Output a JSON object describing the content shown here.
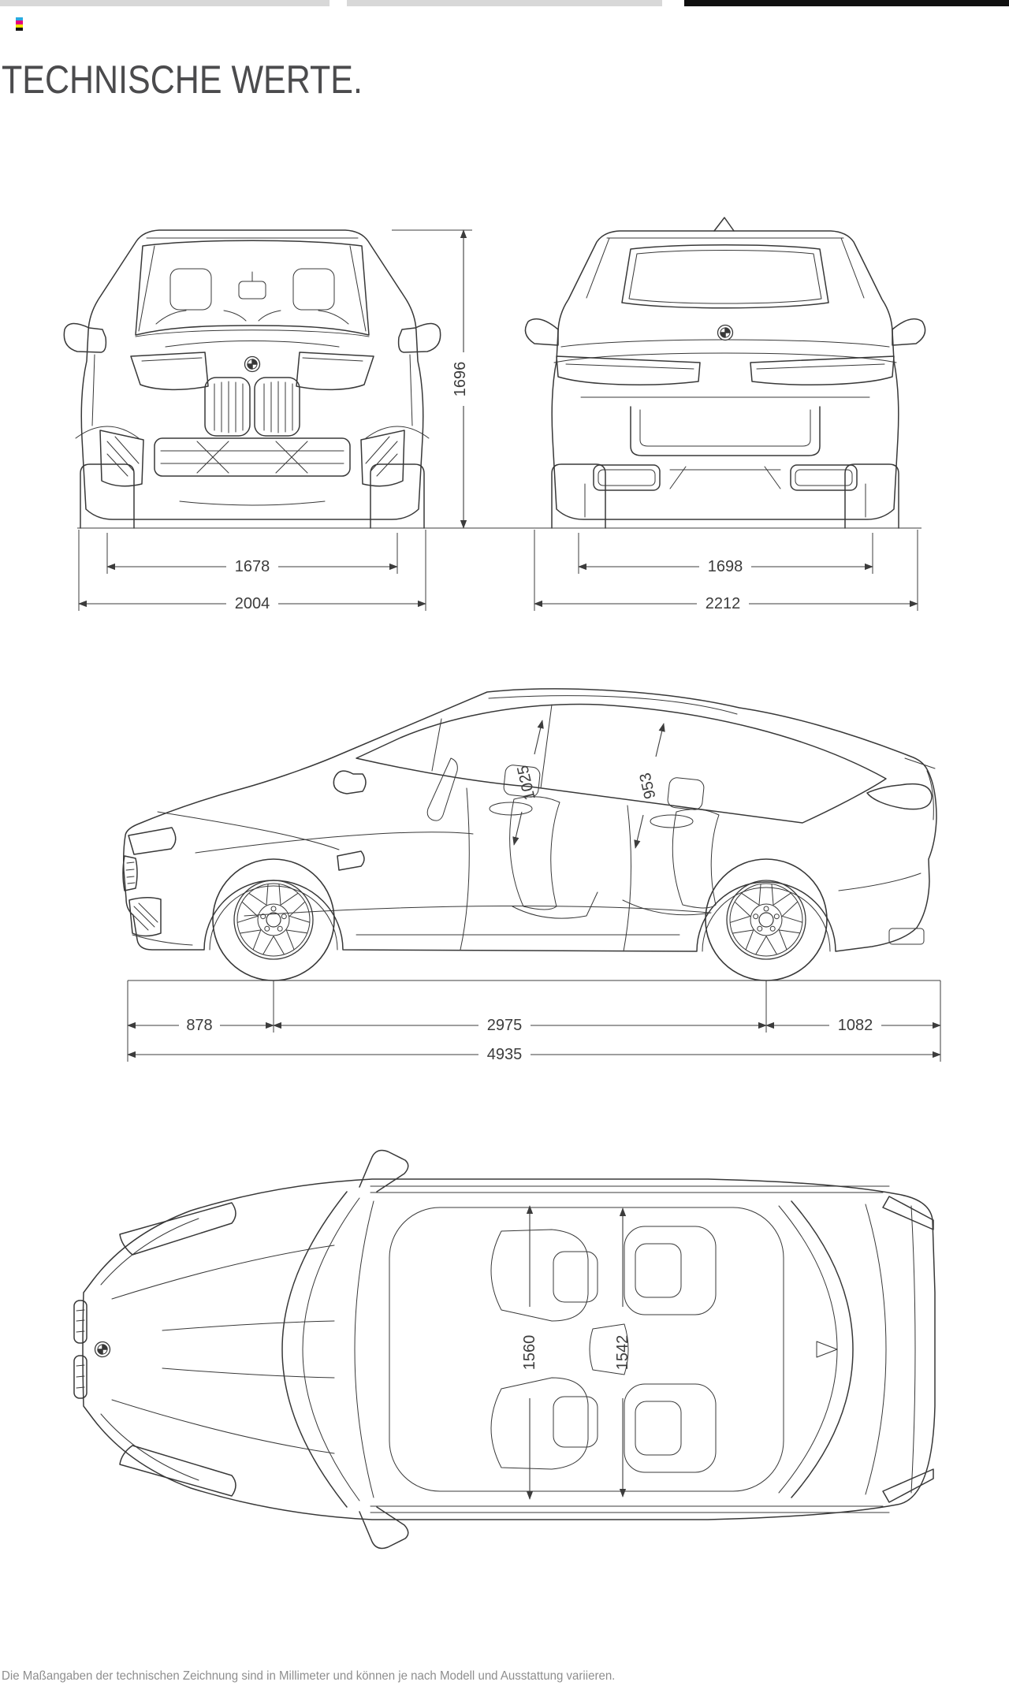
{
  "page": {
    "title": "TECHNISCHE WERTE.",
    "footnote": "Die Maßangaben der technischen Zeichnung sind in Millimeter und können je nach Modell und Ausstattung variieren."
  },
  "colors": {
    "line": "#383838",
    "dimension_text": "#3c3c3c",
    "title": "#4b4b4d",
    "footnote": "#8e8e8e",
    "print_bar_gray": "#d8d8d8",
    "print_bar_black": "#101010",
    "reg_cyan": "#2aa9e0",
    "reg_magenta": "#e6007e",
    "reg_yellow": "#f2e400",
    "reg_black": "#151515"
  },
  "views": {
    "front": {
      "height": "1696",
      "track": "1678",
      "width": "2004"
    },
    "rear": {
      "track": "1698",
      "width_with_mirrors": "2212"
    },
    "side": {
      "interior_height_front": "1025",
      "interior_height_rear": "953",
      "overhang_front": "878",
      "wheelbase": "2975",
      "overhang_rear": "1082",
      "length": "4935"
    },
    "top": {
      "interior_width_front": "1560",
      "interior_width_rear": "1542"
    }
  }
}
